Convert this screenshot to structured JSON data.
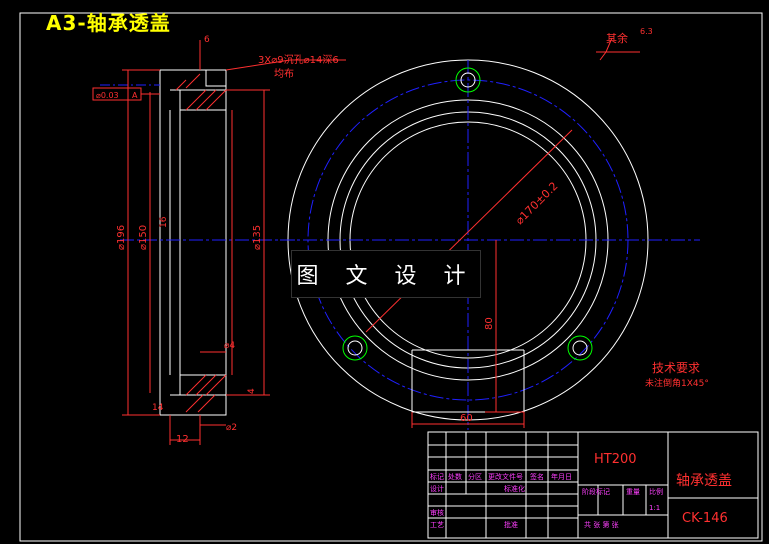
{
  "header": {
    "title": "A3-轴承透盖"
  },
  "overlay": {
    "watermark": "图 文 设 计"
  },
  "colors": {
    "background": "#000000",
    "lines": "#ffffff",
    "centerlines": "#2020ff",
    "dimensions": "#ff3030",
    "title": "#ffff00",
    "table_text": "#ff40ff",
    "holes": "#00ff00"
  },
  "annotations": {
    "surface_rest": "其余",
    "roughness_rest": "6.3",
    "hole_spec": "3X⌀9沉孔⌀14深6",
    "hole_spec_2": "均布",
    "flatness": "⌀0.03",
    "datum": "A",
    "tech_req_title": "技术要求",
    "tech_req_1": "未注倒角1X45°"
  },
  "dimensions": {
    "d196": "⌀196",
    "d150": "⌀150",
    "d135": "⌀135",
    "d170": "⌀170±0.2",
    "d4": "⌀4",
    "d2": "⌀2",
    "w12": "12",
    "h14": "14",
    "h80": "80",
    "w60": "60",
    "v16": "16",
    "v4": "4",
    "t6": "6"
  },
  "title_block": {
    "material": "HT200",
    "part_name": "轴承透盖",
    "drawing_no": "CK-146",
    "headers": [
      "标记",
      "处数",
      "分区",
      "更改文件号",
      "签名",
      "年月日"
    ],
    "rows_left": [
      "设计",
      "审核",
      "工艺"
    ],
    "std": "标准化",
    "approve": "批准",
    "stage": "阶段标记",
    "weight": "重量",
    "scale": "比例",
    "scale_value": "1:1",
    "sheets": "共  张 第  张"
  }
}
